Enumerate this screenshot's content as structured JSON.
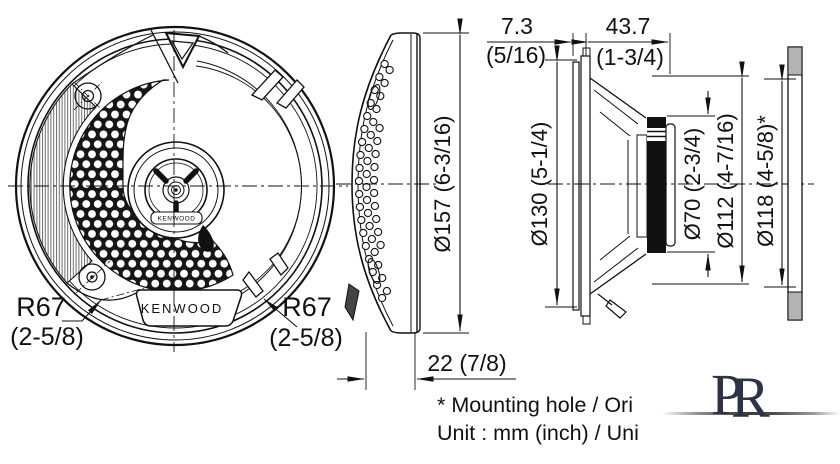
{
  "front_view": {
    "badge_label": "KENWOOD",
    "tweeter_badge_label": "KENWOOD",
    "radius_left": {
      "value": "R67",
      "inch": "(2-5/8)"
    },
    "radius_right": {
      "value": "R67",
      "inch": "(2-5/8)"
    }
  },
  "profile_view": {
    "diameter": "Ø157 (6-3/16)",
    "depth": "22 (7/8)"
  },
  "section_view": {
    "protrusion_mm": "7.3",
    "protrusion_inch": "(5/16)",
    "depth_mm": "43.7",
    "depth_inch": "(1-3/4)",
    "dia_frame": "Ø130 (5-1/4)",
    "dia_magnet": "Ø70 (2-3/4)",
    "dia_basket": "Ø112 (4-7/16)",
    "dia_mounting_hole": "Ø118 (4-5/8)*"
  },
  "notes": {
    "line1": "* Mounting hole / Ori",
    "line2": "Unit : mm (inch) / Uni"
  },
  "watermark": {
    "letter_p": "P",
    "letter_r": "R",
    "color": "#2d3247"
  },
  "colors": {
    "line": "#111111",
    "panel_gray": "#b3b3b3",
    "background": "#ffffff"
  }
}
